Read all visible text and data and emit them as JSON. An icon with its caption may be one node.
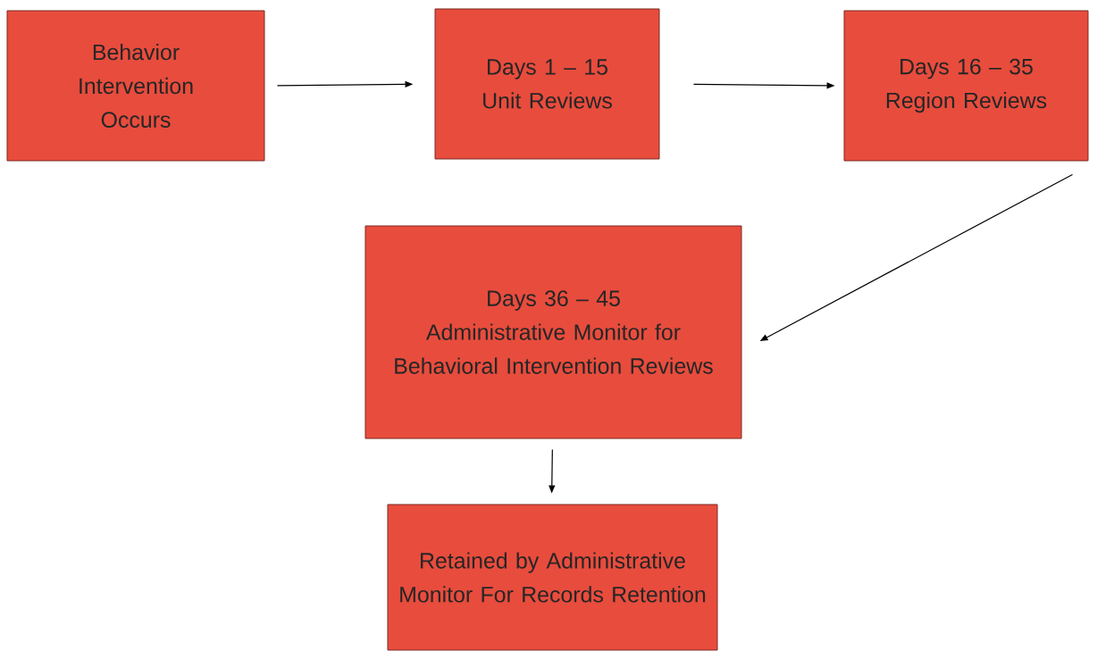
{
  "diagram": {
    "nodes": [
      {
        "text": [
          "Behavior Intervention Occurs"
        ]
      },
      {
        "text": [
          "Days 1 – 15",
          "Unit Reviews"
        ]
      },
      {
        "text": [
          "Days 16 – 35",
          "Region Reviews"
        ]
      },
      {
        "text": [
          "Days 36 – 45",
          "Administrative Monitor for Behavioral Intervention Reviews"
        ]
      },
      {
        "text": [
          "Retained by Administrative Monitor For Records Retention"
        ]
      }
    ],
    "edges": [
      {
        "from": 0,
        "to": 1,
        "arrow": "to"
      },
      {
        "from": 1,
        "to": 2,
        "arrow": "to"
      },
      {
        "from": 2,
        "to": 3,
        "arrow": "to"
      },
      {
        "from": 3,
        "to": 4,
        "arrow": "to"
      }
    ]
  }
}
